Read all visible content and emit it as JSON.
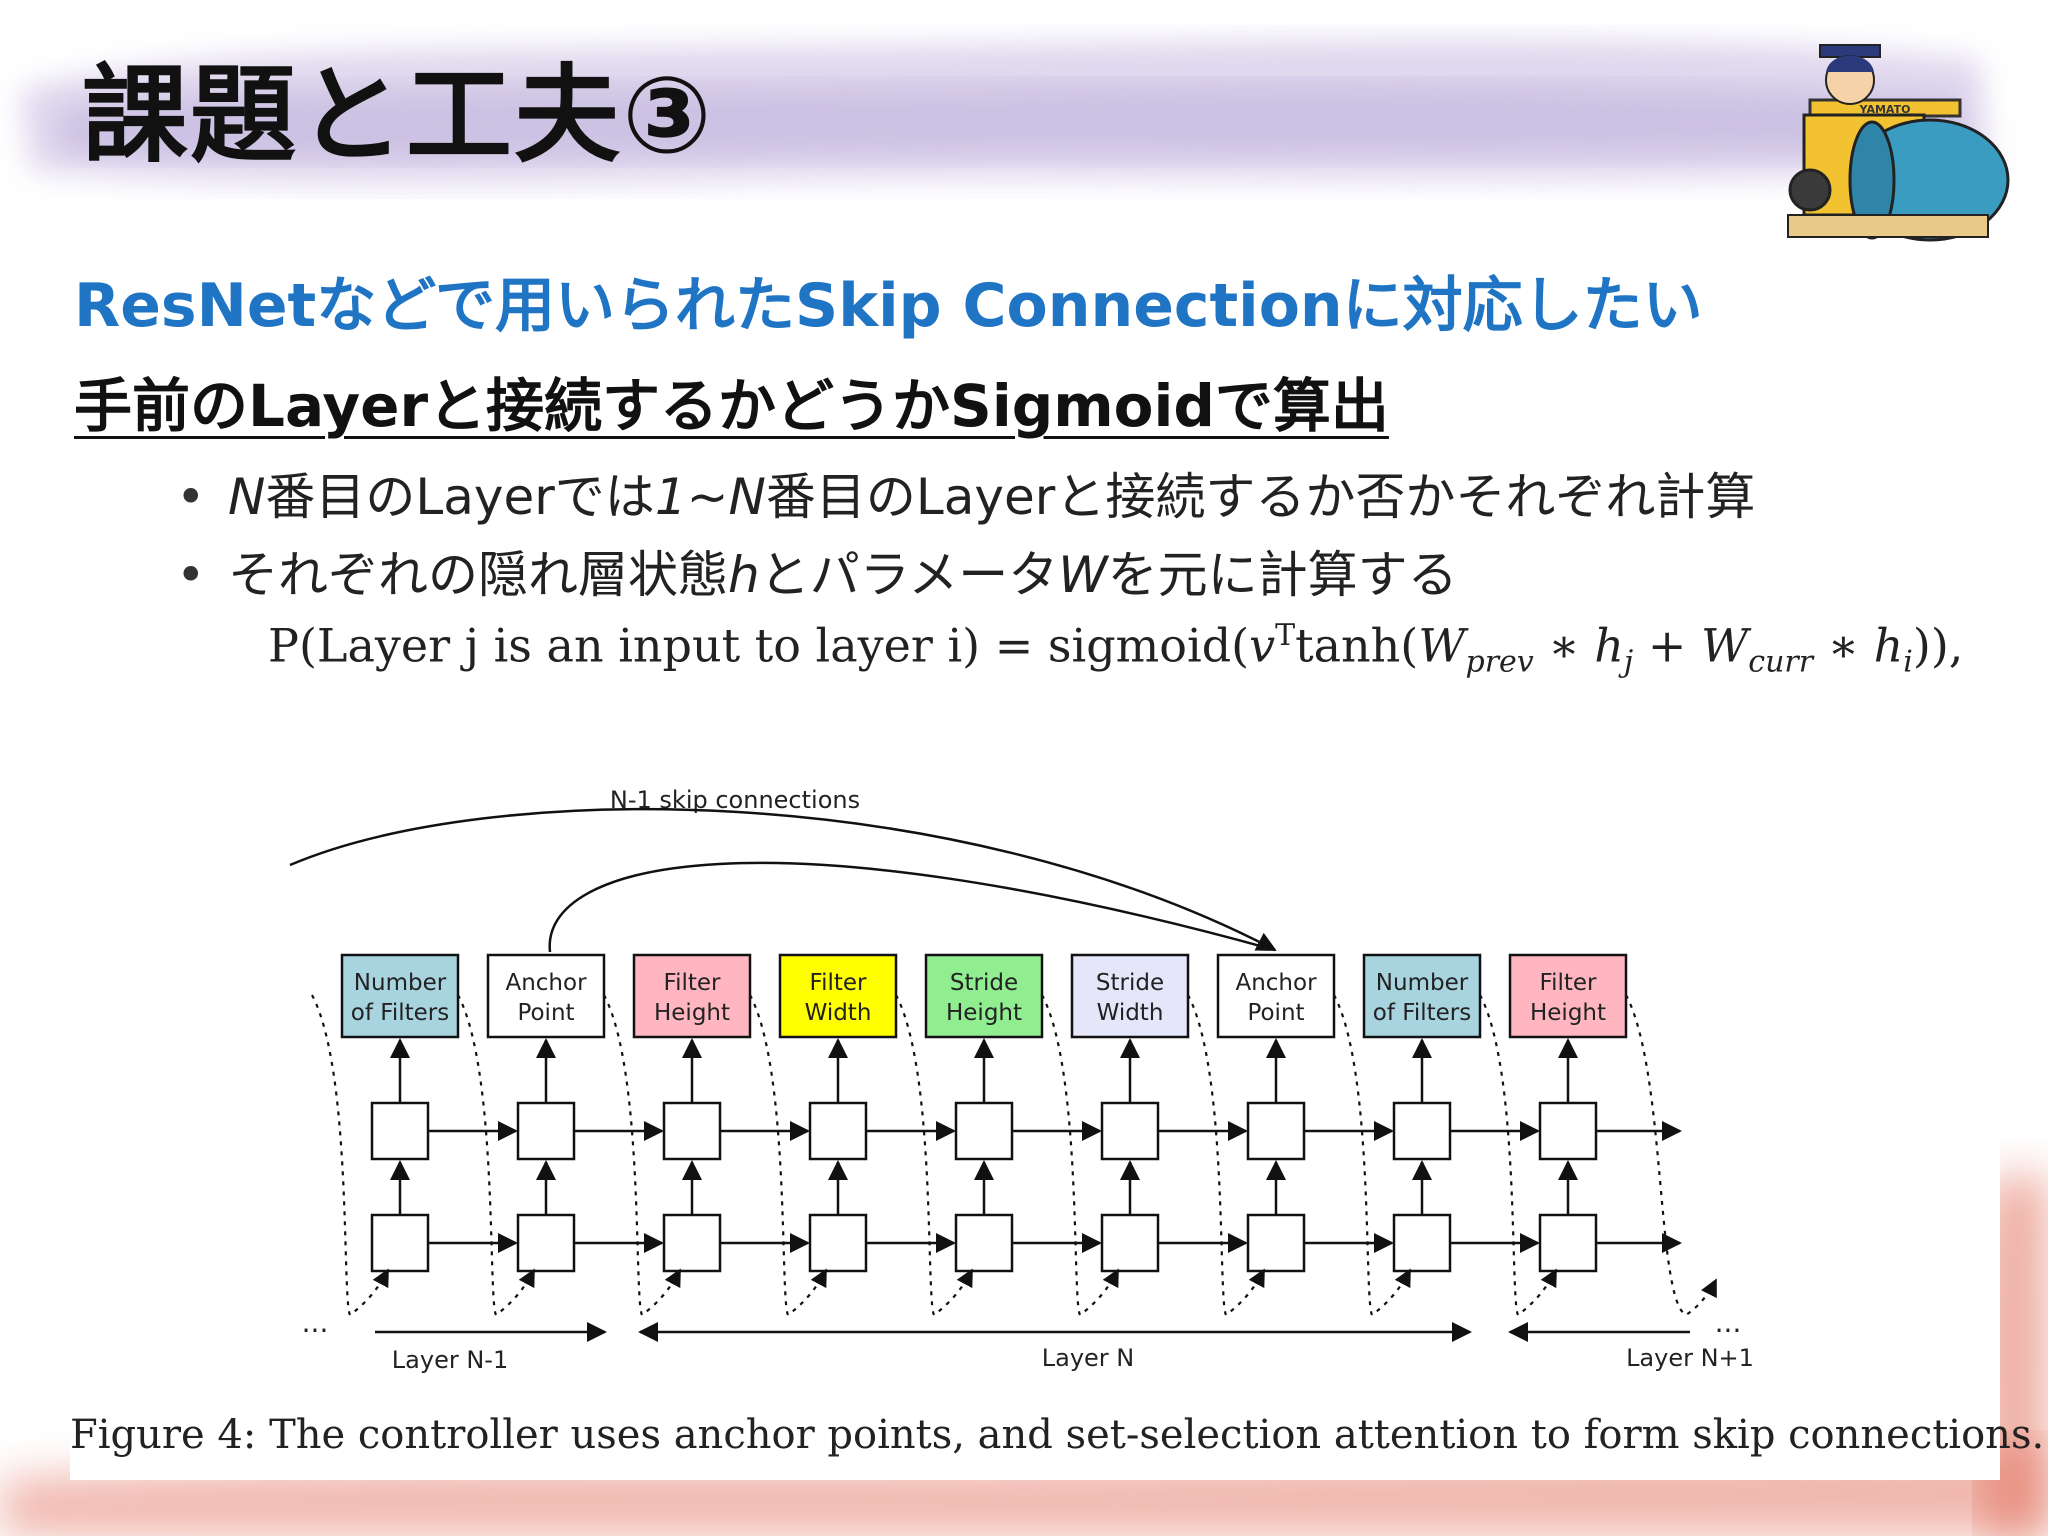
{
  "slide": {
    "title": "課題と工夫③",
    "heading": "ResNetなどで用いられたSkip Connectionに対応したい",
    "subheading": "手前のLayerと接続するかどうかSigmoidで算出",
    "bullets": [
      {
        "pre": "",
        "em1": "N",
        "mid": "番目のLayerでは",
        "em2": "1~N",
        "post": "番目のLayerと接続するか否かそれぞれ計算"
      },
      {
        "pre": "それぞれの隠れ層状態",
        "em1": "h",
        "mid": "とパラメータ",
        "em2": "W",
        "post": "を元に計算する"
      }
    ],
    "formula": {
      "lhs": "P(Layer j is an input to layer i) = sigmoid(",
      "v": "v",
      "sup": "T",
      "tanh": "tanh(",
      "w1": "W",
      "w1_sub": "prev",
      "op1": " ∗ ",
      "h1": "h",
      "h1_sub": "j",
      "plus": " + ",
      "w2": "W",
      "w2_sub": "curr",
      "op2": " ∗ ",
      "h2": "h",
      "h2_sub": "i",
      "close": ")),"
    }
  },
  "figure": {
    "skip_label": "N-1 skip connections",
    "boxes": [
      {
        "line1": "Number",
        "line2": "of Filters",
        "color": "#a8d4e0"
      },
      {
        "line1": "Anchor",
        "line2": "Point",
        "color": "#ffffff"
      },
      {
        "line1": "Filter",
        "line2": "Height",
        "color": "#ffb6c1"
      },
      {
        "line1": "Filter",
        "line2": "Width",
        "color": "#ffff00"
      },
      {
        "line1": "Stride",
        "line2": "Height",
        "color": "#90ee90"
      },
      {
        "line1": "Stride",
        "line2": "Width",
        "color": "#e6e6fa"
      },
      {
        "line1": "Anchor",
        "line2": "Point",
        "color": "#ffffff"
      },
      {
        "line1": "Number",
        "line2": "of Filters",
        "color": "#a8d4e0"
      },
      {
        "line1": "Filter",
        "line2": "Height",
        "color": "#ffb6c1"
      }
    ],
    "layer_labels": [
      "Layer N-1",
      "Layer N",
      "Layer N+1"
    ],
    "ellipsis": "...",
    "caption": "Figure 4: The controller uses anchor points, and set-selection attention to form skip connections."
  },
  "colors": {
    "title": "#111111",
    "heading": "#1f74c3",
    "wash_purple": "#b9a6d6",
    "wash_red": "#d9574a"
  }
}
